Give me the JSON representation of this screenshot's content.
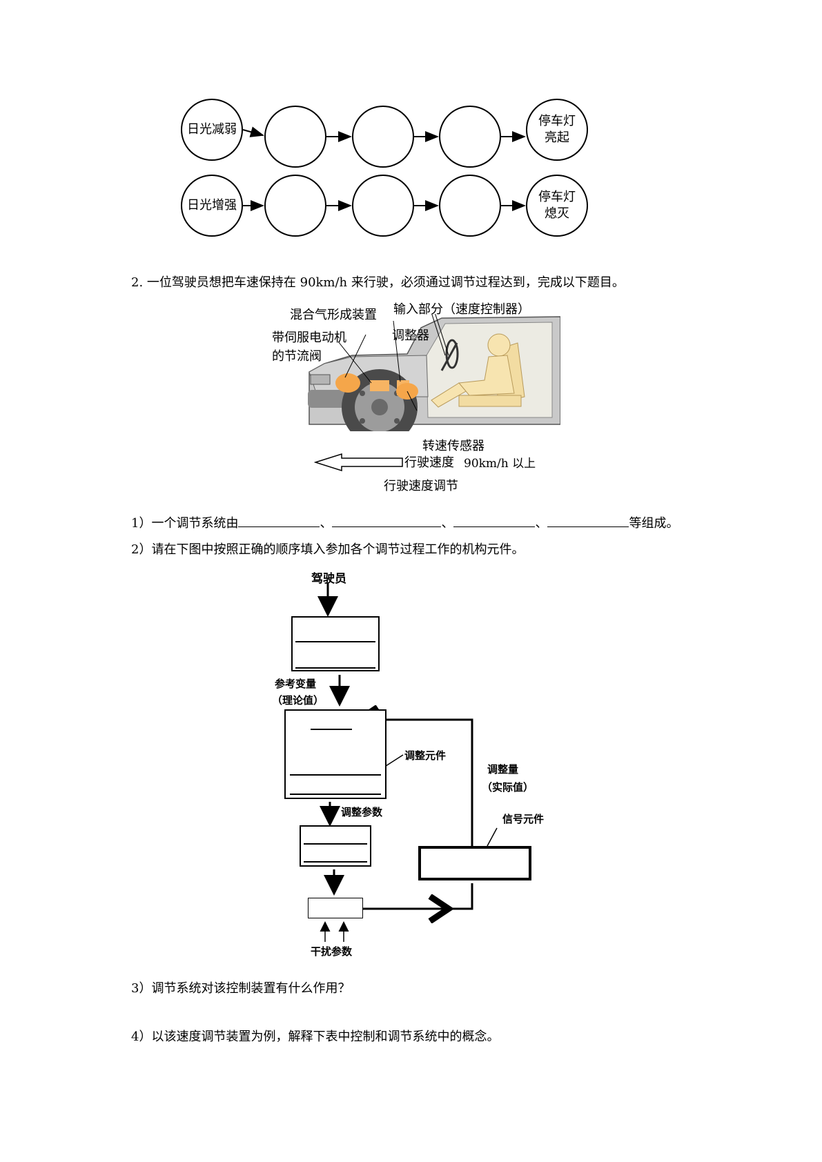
{
  "chain1": [
    "日光减弱",
    "",
    "",
    "",
    "停车灯\n亮起"
  ],
  "chain2": [
    "日光增强",
    "",
    "",
    "",
    "停车灯\n熄灭"
  ],
  "q2_text": "2. 一位驾驶员想把车速保持在 90km/h 来行驶，必须通过调节过程达到，完成以下题目。",
  "car_labels": {
    "mixer": "混合气形成装置",
    "input": "输入部分（速度控制器）",
    "servo_line1": "带伺服电动机",
    "servo_line2": "的节流阀",
    "regulator": "调整器",
    "sensor": "转速传感器",
    "speed": "行驶速度",
    "speed_value": "90km/h 以上",
    "speed_reg": "行驶速度调节"
  },
  "sub1_prefix": "1）一个调节系统由",
  "sub1_sep": "、",
  "sub1_suffix": "等组成。",
  "sub2": "2）请在下图中按照正确的顺序填入参加各个调节过程工作的机构元件。",
  "diagram": {
    "driver": "驾驶员",
    "ref_line1": "参考变量",
    "ref_line2": "（理论值）",
    "adjust_element": "调整元件",
    "adjust_param": "调整参数",
    "adjust_qty_line1": "调整量",
    "adjust_qty_line2": "（实际值）",
    "signal_element": "信号元件",
    "disturb": "干扰参数"
  },
  "sub3": "3）调节系统对该控制装置有什么作用？",
  "sub4": "4）以该速度调节装置为例，解释下表中控制和调节系统中的概念。"
}
